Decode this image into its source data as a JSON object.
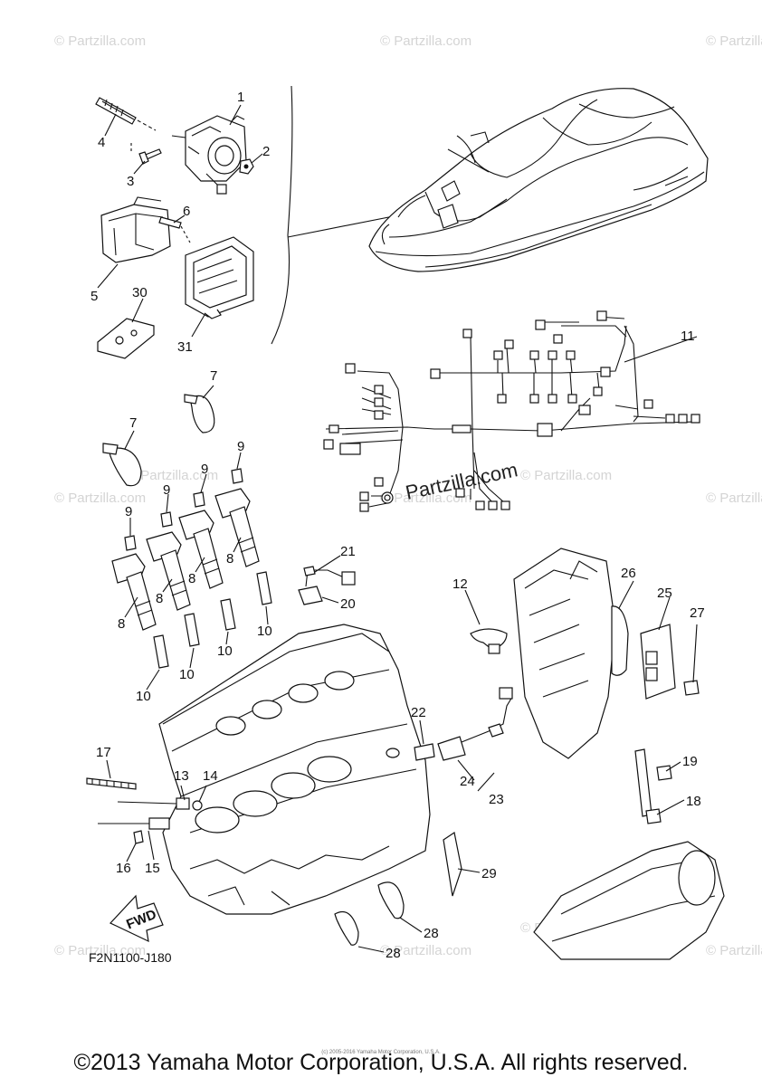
{
  "watermarks": [
    "© Partzilla.com",
    "© Partzilla.com",
    "© Partzilla.com",
    "© Partzilla.com",
    "© Partzilla.com",
    "© Partzilla.com",
    "© Partzilla.com",
    "© Partzilla.com",
    "© Partzilla.com",
    "© Partzilla.com",
    "© Partzilla.com",
    "© Partzilla.com",
    "© Pa"
  ],
  "center_watermark": "Partzilla.com",
  "callouts": {
    "c1": "1",
    "c2": "2",
    "c3": "3",
    "c4": "4",
    "c5": "5",
    "c6": "6",
    "c7a": "7",
    "c7b": "7",
    "c8a": "8",
    "c8b": "8",
    "c8c": "8",
    "c8d": "8",
    "c9a": "9",
    "c9b": "9",
    "c9c": "9",
    "c9d": "9",
    "c10a": "10",
    "c10b": "10",
    "c10c": "10",
    "c10d": "10",
    "c11": "11",
    "c12": "12",
    "c13": "13",
    "c14": "14",
    "c15": "15",
    "c16": "16",
    "c17": "17",
    "c18": "18",
    "c19": "19",
    "c20": "20",
    "c21": "21",
    "c22": "22",
    "c23": "23",
    "c24": "24",
    "c25": "25",
    "c26": "26",
    "c27": "27",
    "c28a": "28",
    "c28b": "28",
    "c29": "29",
    "c30": "30",
    "c31": "31"
  },
  "fwd_label": "FWD",
  "figure_code": "F2N1100-J180",
  "tiny_copyright": "(c) 2005-2016 Yamaha Motor Corporation, U.S.A.",
  "copyright": "©2013 Yamaha Motor Corporation, U.S.A. All rights reserved."
}
